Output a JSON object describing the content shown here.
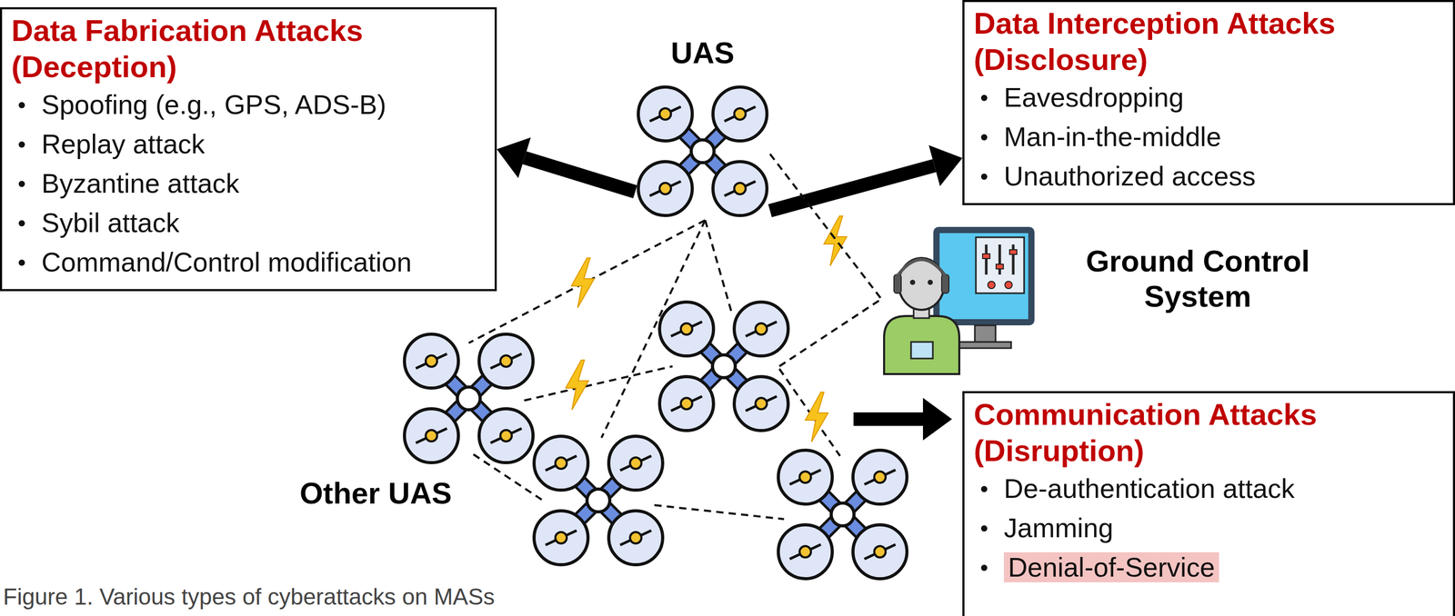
{
  "diagram": {
    "caption": "Figure 1. Various types of cyberattacks on MASs",
    "nodes": [
      {
        "text": [
          "Data Fabrication Attacks (Deception)",
          "Spoofing (e.g., GPS, ADS-B)",
          "Replay attack",
          "Byzantine attack",
          "Sybil attack",
          "Command/Control modification"
        ]
      },
      {
        "text": [
          "UAS"
        ]
      },
      {
        "text": [
          "Data Interception Attacks (Disclosure)",
          "Eavesdropping",
          "Man-in-the-middle",
          "Unauthorized access"
        ]
      },
      {
        "text": [
          "Ground Control System"
        ]
      },
      {
        "text": [
          "Communication Attacks (Disruption)",
          "De-authentication attack",
          "Jamming",
          "Denial-of-Service"
        ]
      }
    ],
    "edges": [
      {
        "from": 1,
        "to": 0,
        "arrow": "to"
      },
      {
        "from": 1,
        "to": 2,
        "arrow": "to"
      },
      {
        "from": 1,
        "to": 3,
        "arrow": "none"
      }
    ],
    "labels": [
      "Other UAS"
    ]
  }
}
